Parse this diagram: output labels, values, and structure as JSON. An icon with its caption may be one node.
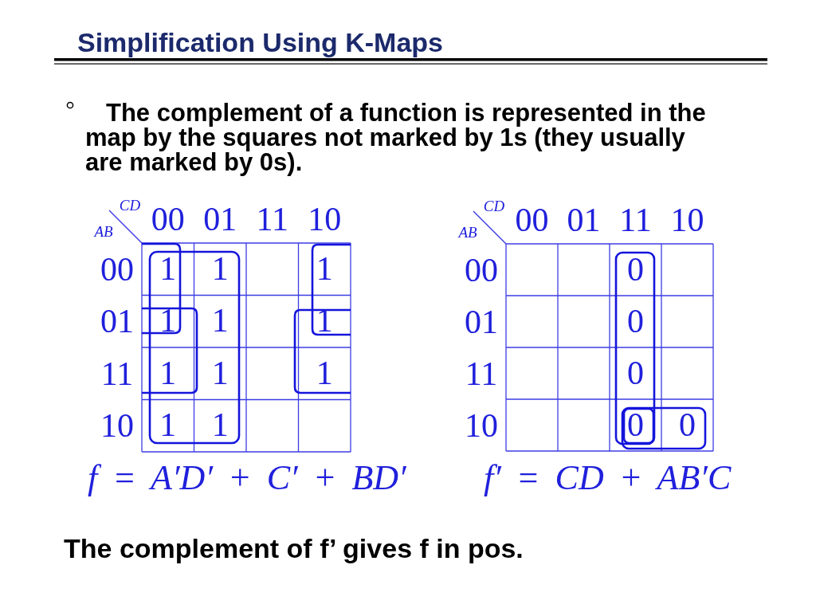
{
  "diagram": {
    "title": "Simplification Using K-Maps",
    "labels": [
      "The complement of a function is represented in the map by the squares not marked by 1s (they usually are marked by 0s).",
      "CD",
      "AB",
      "00",
      "01",
      "11",
      "10",
      "00",
      "1",
      "1",
      "1",
      "01",
      "1",
      "1",
      "1",
      "11",
      "1",
      "1",
      "1",
      "10",
      "1",
      "1",
      "f = A′D′ + C′ + BD′",
      "CD",
      "AB",
      "00",
      "01",
      "11",
      "10",
      "00",
      "0",
      "01",
      "0",
      "11",
      "0",
      "10",
      "0",
      "0",
      "f′ = CD + AB′C",
      "The complement of f’ gives f in pos."
    ]
  }
}
